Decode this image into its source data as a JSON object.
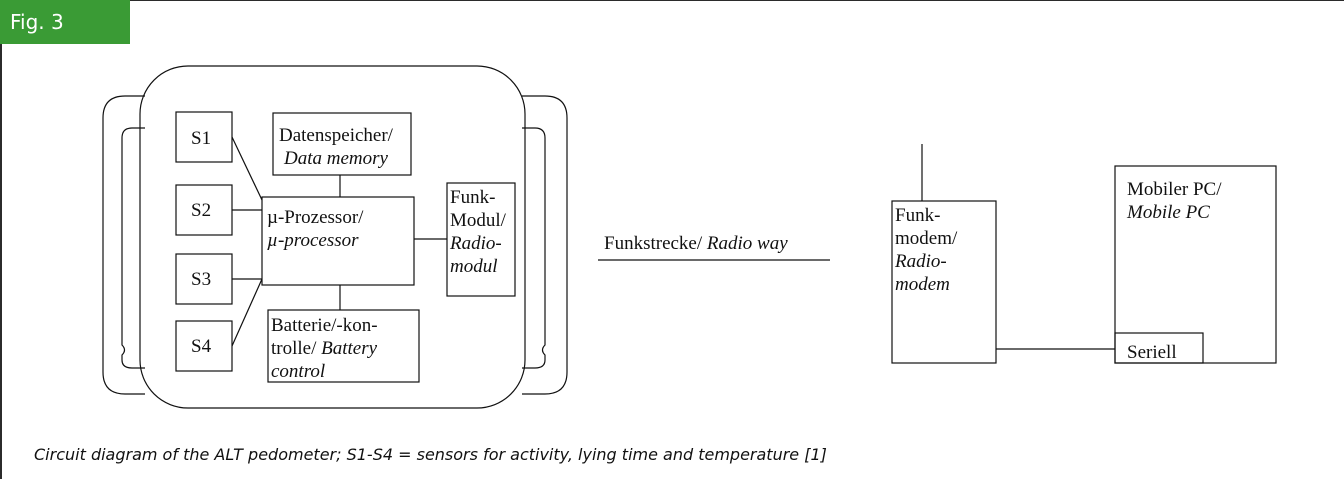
{
  "figure": {
    "label": "Fig. 3",
    "caption": "Circuit diagram of the ALT pedometer; S1-S4 = sensors for activity, lying time and temperature [1]"
  },
  "pedometer": {
    "sensors": [
      "S1",
      "S2",
      "S3",
      "S4"
    ],
    "memory": {
      "de": "Datenspeicher/",
      "en": "Data memory"
    },
    "processor": {
      "de": "µ-Prozessor/",
      "en": "µ-processor"
    },
    "battery": {
      "line1": "Batterie/-kon-",
      "line2_de": "trolle/ ",
      "line2_en": "Battery",
      "line3_en": "control"
    },
    "radio": {
      "line1": "Funk-",
      "line2": "Modul/",
      "line3": "Radio-",
      "line4": "modul"
    }
  },
  "link": {
    "de": "Funkstrecke/ ",
    "en": "Radio way"
  },
  "modem": {
    "line1": "Funk-",
    "line2": "modem/",
    "line3": "Radio-",
    "line4": "modem"
  },
  "pc": {
    "de": "Mobiler PC/",
    "en": "Mobile PC",
    "port": "Seriell"
  },
  "colors": {
    "accent": "#3a9b35",
    "line": "#111111"
  }
}
